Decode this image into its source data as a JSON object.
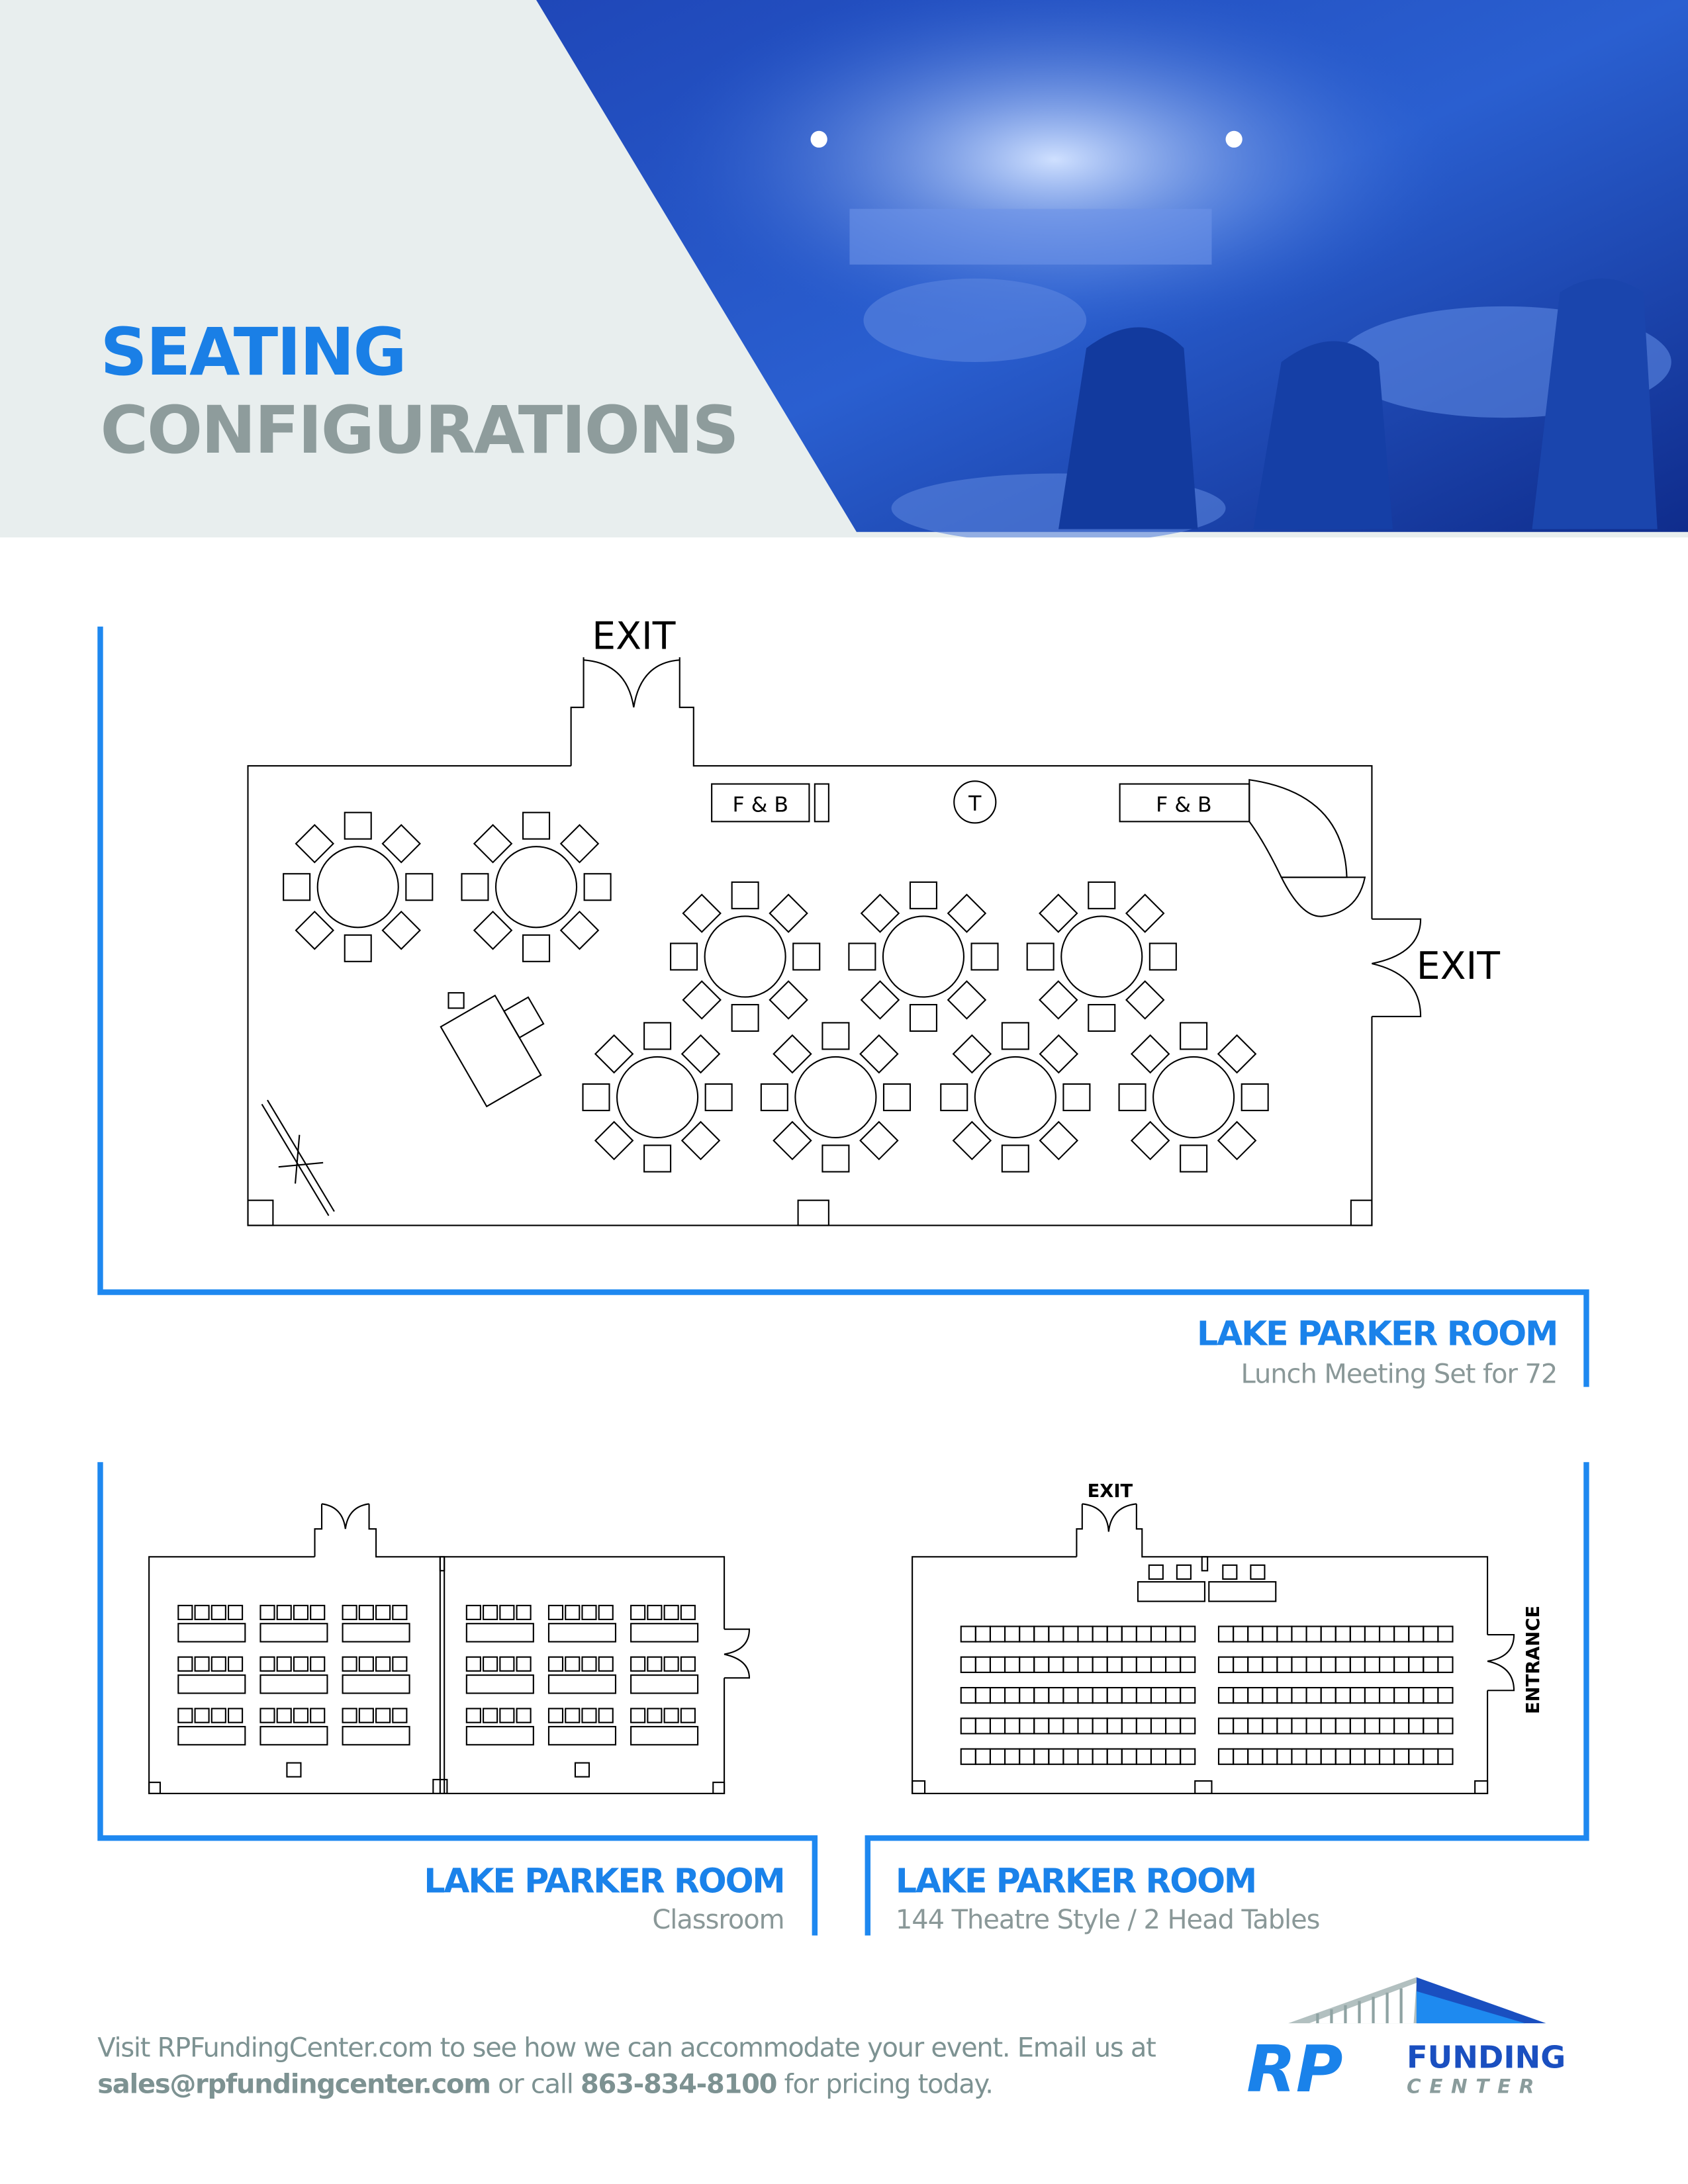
{
  "header": {
    "title_line1": "SEATING",
    "title_line2": "CONFIGURATIONS",
    "photo": "banquet-hall-photo"
  },
  "main_plan": {
    "room_name": "LAKE PARKER ROOM",
    "subtitle": "Lunch Meeting Set for 72",
    "exit_top": "EXIT",
    "exit_right": "EXIT",
    "fb_left": "F & B",
    "fb_right": "F & B",
    "t_marker": "T",
    "round_tables": 9,
    "chairs_per_table": 8
  },
  "classroom_plan": {
    "room_name": "LAKE PARKER ROOM",
    "subtitle": "Classroom"
  },
  "theatre_plan": {
    "room_name": "LAKE PARKER ROOM",
    "subtitle": "144 Theatre Style / 2 Head Tables",
    "exit": "EXIT",
    "entrance": "ENTRANCE"
  },
  "footer": {
    "line1": "Visit RPFundingCenter.com to see how we can accommodate your event. Email us at",
    "email": "sales@rpfundingcenter.com",
    "or_call": " or call ",
    "phone": "863-834-8100",
    "tail": " for pricing today."
  },
  "logo": {
    "rp": "RP",
    "funding": "FUNDING",
    "center": "CENTER"
  },
  "colors": {
    "accent": "#1a82ea",
    "gray_text": "#8a9898",
    "header_bg": "#e8eeee"
  }
}
